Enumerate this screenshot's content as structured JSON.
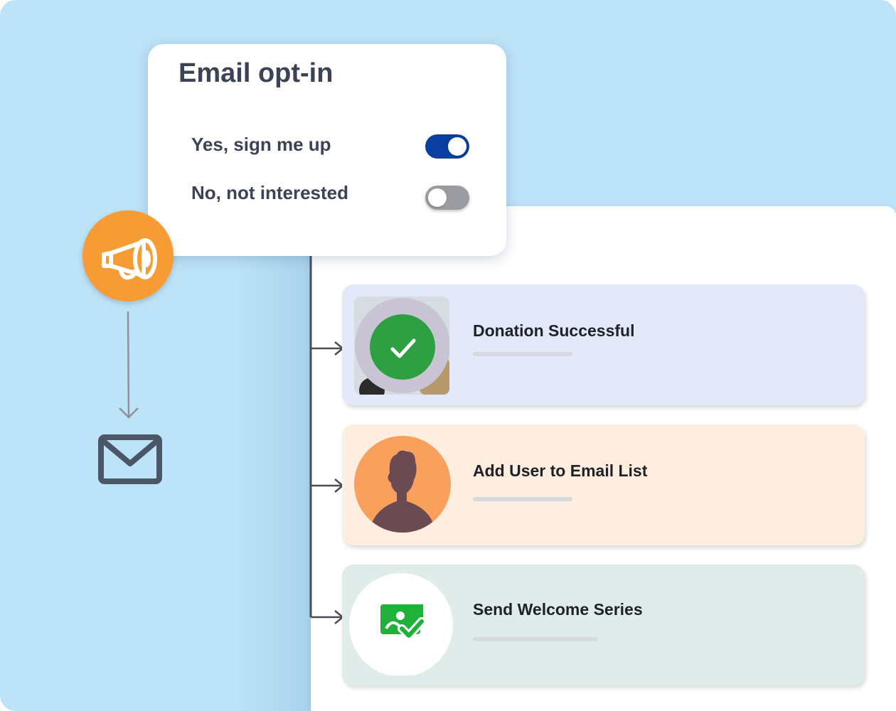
{
  "optin": {
    "title": "Email opt-in",
    "options": [
      {
        "label": "Yes, sign me up",
        "enabled": true
      },
      {
        "label": "No, not interested",
        "enabled": false
      }
    ]
  },
  "icons": {
    "trigger": "megaphone-icon",
    "channel": "envelope-icon"
  },
  "steps": [
    {
      "title": "Donation Successful",
      "icon": "check-circle-icon",
      "background": "#e3e9f9"
    },
    {
      "title": "Add User to Email List",
      "icon": "user-avatar-icon",
      "background": "#fdeee0"
    },
    {
      "title": "Send Welcome Series",
      "icon": "image-check-icon",
      "background": "#e0ece9"
    }
  ],
  "colors": {
    "background": "#bde3f8",
    "toggle_on": "#0a3fa0",
    "toggle_off": "#9a9ca2",
    "megaphone": "#f79c35",
    "check": "#2ea043",
    "avatar": "#f9a05c",
    "image_check": "#1fb13a"
  }
}
